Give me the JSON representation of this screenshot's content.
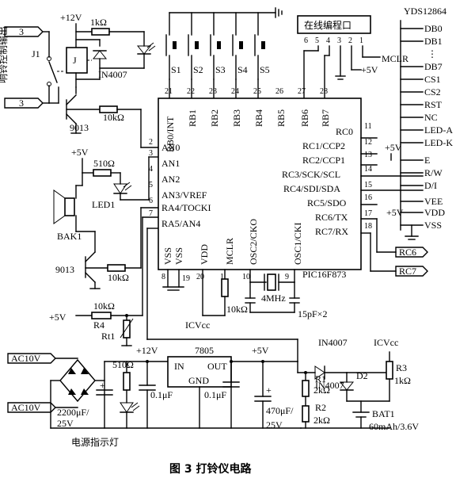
{
  "caption": "图 3   打铃仪电路",
  "connector_labels": [
    "3",
    "3",
    "RC6",
    "RC7",
    "AC10V",
    "AC10V"
  ],
  "ring_output_label": "响铃控制输出",
  "power_indicator_label": "电源指示灯",
  "prog_port_title": "在线编程口",
  "prog_port_pins": [
    "6",
    "5",
    "4",
    "3",
    "2",
    "1"
  ],
  "supply_labels": [
    "+12V",
    "+5V",
    "+5V",
    "+5V",
    "+5V",
    "+5V",
    "+12V",
    "ICVcc",
    "ICVcc",
    "MCLR"
  ],
  "components": {
    "relay": "J",
    "relay_contact": "J1",
    "relay_res": "1kΩ",
    "relay_diode": "IN4007",
    "q1": "9013",
    "q1_base_res": "10kΩ",
    "led_res": "510Ω",
    "led": "LED1",
    "buzzer": "BAK1",
    "q2": "9013",
    "q2_base_res": "10kΩ",
    "r4_val": "10kΩ",
    "r4": "R4",
    "rt1": "Rt1",
    "mclr_res": "10kΩ",
    "crystal": "4MHz",
    "crystal_caps": "15pF×2",
    "mcu": "PIC16F873",
    "lcd": "YDS12864",
    "regulator": "7805",
    "reg_in": "IN",
    "reg_out": "OUT",
    "reg_gnd": "GND",
    "c_in": "2200μF/",
    "c_in_v": "25V",
    "pwr_led_res": "510Ω",
    "c1": "0.1μF",
    "c2": "0.1μF",
    "c_out": "470μF/",
    "c_out_v": "25V",
    "d1_name": "IN4007",
    "d2_name": "IN4007",
    "d2": "D2",
    "r1": "R1",
    "r1_val": "2kΩ",
    "r2": "R2",
    "r2_val": "2kΩ",
    "r3": "R3",
    "r3_val": "1kΩ",
    "bat": "BAT1",
    "bat_val": "60mAh/3.6V",
    "switches": [
      "S1",
      "S2",
      "S3",
      "S4",
      "S5"
    ]
  },
  "mcu_pins_top": {
    "names": [
      "RB0/INT",
      "RB1",
      "RB2",
      "RB3",
      "RB4",
      "RB5",
      "RB6",
      "RB7"
    ],
    "numbers": [
      "21",
      "22",
      "23",
      "24",
      "25",
      "26",
      "27",
      "28"
    ]
  },
  "mcu_pins_left": {
    "names": [
      "AN0",
      "AN1",
      "AN2",
      "AN3/VREF",
      "RA4/TOCKI",
      "RA5/AN4"
    ],
    "numbers": [
      "2",
      "3",
      "4",
      "5",
      "6",
      "7"
    ]
  },
  "mcu_pins_right": {
    "names": [
      "RC0",
      "RC1/CCP2",
      "RC2/CCP1",
      "RC3/SCK/SCL",
      "RC4/SDI/SDA",
      "RC5/SDO",
      "RC6/TX",
      "RC7/RX"
    ],
    "numbers": [
      "11",
      "12",
      "13",
      "14",
      "15",
      "16",
      "17",
      "18"
    ]
  },
  "mcu_pins_bottom": {
    "names": [
      "VSS",
      "VSS",
      "VDD",
      "MCLR",
      "OSC2/CKO",
      "OSC1/CKI"
    ],
    "numbers": [
      "8",
      "19",
      "20",
      "1",
      "10",
      "9"
    ]
  },
  "lcd_pins": [
    "DB0",
    "DB1",
    "DB7",
    "CS1",
    "CS2",
    "RST",
    "NC",
    "LED-A",
    "LED-K",
    "E",
    "R/W",
    "D/I",
    "VEE",
    "VDD",
    "VSS"
  ]
}
